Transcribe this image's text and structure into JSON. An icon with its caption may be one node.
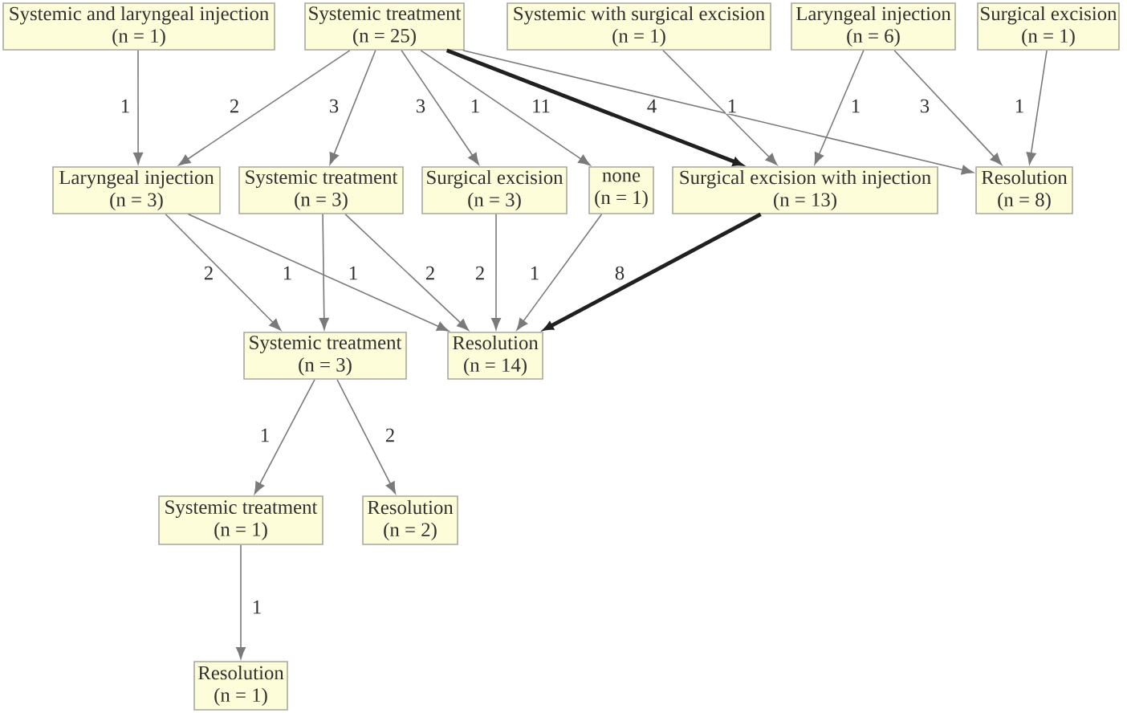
{
  "diagram": {
    "nodes": [
      {
        "text": [
          "Systemic and laryngeal injection",
          "(n = 1)"
        ]
      },
      {
        "text": [
          "Systemic treatment",
          "(n = 25)"
        ]
      },
      {
        "text": [
          "Systemic with surgical excision",
          "(n = 1)"
        ]
      },
      {
        "text": [
          "Laryngeal injection",
          "(n = 6)"
        ]
      },
      {
        "text": [
          "Surgical excision",
          "(n = 1)"
        ]
      },
      {
        "text": [
          "Laryngeal injection",
          "(n = 3)"
        ]
      },
      {
        "text": [
          "Systemic treatment",
          "(n = 3)"
        ]
      },
      {
        "text": [
          "Surgical excision",
          "(n = 3)"
        ]
      },
      {
        "text": [
          "none",
          "(n = 1)"
        ]
      },
      {
        "text": [
          "Surgical excision with injection",
          "(n = 13)"
        ]
      },
      {
        "text": [
          "Resolution",
          "(n = 8)"
        ]
      },
      {
        "text": [
          "Systemic treatment",
          "(n = 3)"
        ]
      },
      {
        "text": [
          "Resolution",
          "(n = 14)"
        ]
      },
      {
        "text": [
          "Systemic treatment",
          "(n = 1)"
        ]
      },
      {
        "text": [
          "Resolution",
          "(n = 2)"
        ]
      },
      {
        "text": [
          "Resolution",
          "(n = 1)"
        ]
      }
    ],
    "edges": [
      {
        "from": 0,
        "to": 5,
        "arrow": "to",
        "label": "1"
      },
      {
        "from": 1,
        "to": 5,
        "arrow": "to",
        "label": "2"
      },
      {
        "from": 1,
        "to": 6,
        "arrow": "to",
        "label": "3"
      },
      {
        "from": 1,
        "to": 7,
        "arrow": "to",
        "label": "3"
      },
      {
        "from": 1,
        "to": 8,
        "arrow": "to",
        "label": "1"
      },
      {
        "from": 1,
        "to": 9,
        "arrow": "to",
        "label": "11",
        "style": "thick",
        "color": "#202020"
      },
      {
        "from": 1,
        "to": 10,
        "arrow": "to",
        "label": "4"
      },
      {
        "from": 2,
        "to": 9,
        "arrow": "to",
        "label": "1"
      },
      {
        "from": 3,
        "to": 9,
        "arrow": "to",
        "label": "1"
      },
      {
        "from": 3,
        "to": 10,
        "arrow": "to",
        "label": "3"
      },
      {
        "from": 4,
        "to": 10,
        "arrow": "to",
        "label": "1"
      },
      {
        "from": 5,
        "to": 11,
        "arrow": "to",
        "label": "2"
      },
      {
        "from": 5,
        "to": 12,
        "arrow": "to",
        "label": "1"
      },
      {
        "from": 6,
        "to": 11,
        "arrow": "to",
        "label": "1"
      },
      {
        "from": 6,
        "to": 12,
        "arrow": "to",
        "label": "2"
      },
      {
        "from": 7,
        "to": 12,
        "arrow": "to",
        "label": "2"
      },
      {
        "from": 8,
        "to": 12,
        "arrow": "to",
        "label": "1"
      },
      {
        "from": 9,
        "to": 12,
        "arrow": "to",
        "label": "8",
        "style": "thick",
        "color": "#202020"
      },
      {
        "from": 11,
        "to": 13,
        "arrow": "to",
        "label": "1"
      },
      {
        "from": 11,
        "to": 14,
        "arrow": "to",
        "label": "2"
      },
      {
        "from": 13,
        "to": 15,
        "arrow": "to",
        "label": "1"
      }
    ]
  }
}
